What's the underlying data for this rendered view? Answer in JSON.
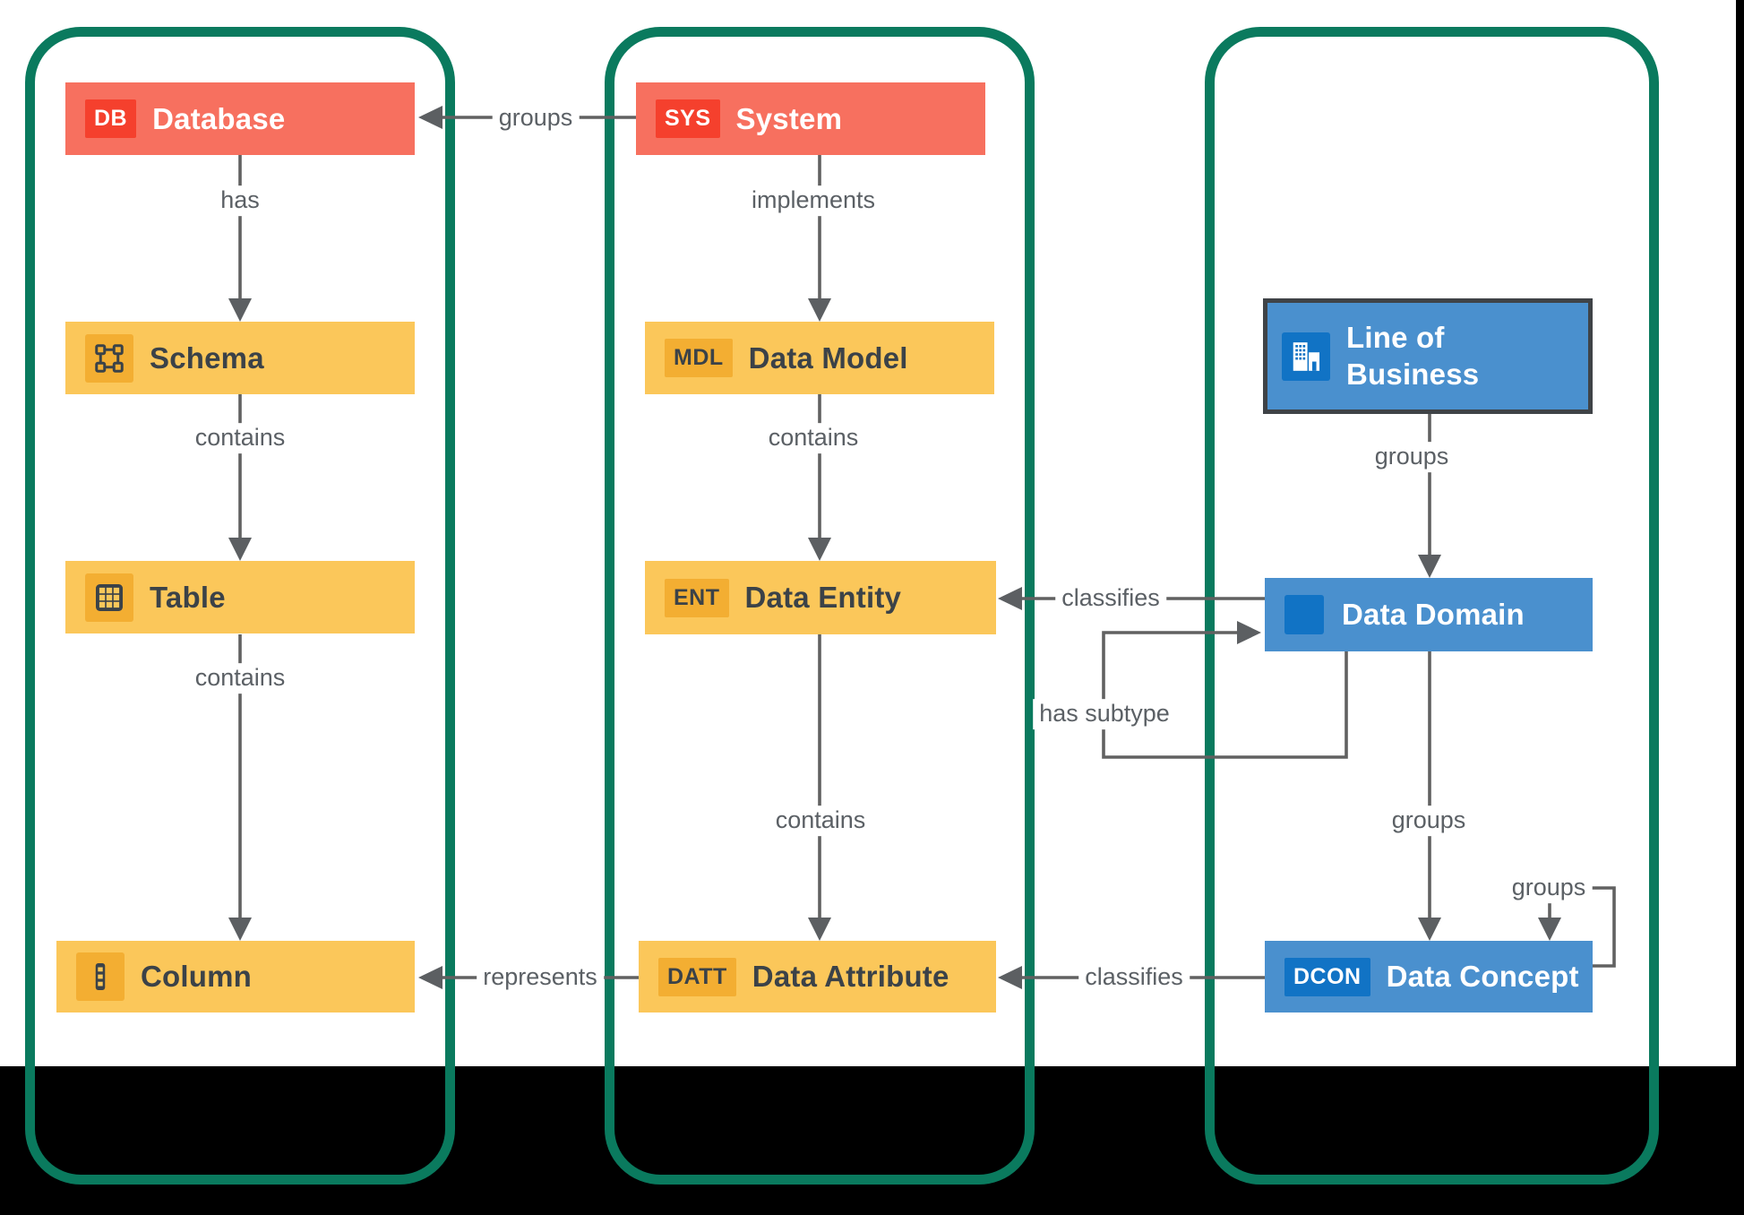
{
  "diagram": {
    "nodes": {
      "database": {
        "badge": "DB",
        "title": "Database"
      },
      "schema": {
        "icon": "schema-icon",
        "title": "Schema"
      },
      "table": {
        "icon": "table-icon",
        "title": "Table"
      },
      "column": {
        "icon": "column-icon",
        "title": "Column"
      },
      "system": {
        "badge": "SYS",
        "title": "System"
      },
      "data_model": {
        "badge": "MDL",
        "title": "Data Model"
      },
      "data_entity": {
        "badge": "ENT",
        "title": "Data Entity"
      },
      "data_attribute": {
        "badge": "DATT",
        "title": "Data Attribute"
      },
      "line_of_business": {
        "icon": "building-icon",
        "title": "Line of Business"
      },
      "data_domain": {
        "icon": "domain-square-icon",
        "title": "Data Domain"
      },
      "data_concept": {
        "badge": "DCON",
        "title": "Data Concept"
      }
    },
    "edges": {
      "database_has_schema": {
        "label": "has",
        "from": "Database",
        "to": "Schema"
      },
      "schema_contains_table": {
        "label": "contains",
        "from": "Schema",
        "to": "Table"
      },
      "table_contains_column": {
        "label": "contains",
        "from": "Table",
        "to": "Column"
      },
      "system_groups_database": {
        "label": "groups",
        "from": "System",
        "to": "Database"
      },
      "system_implements_data_model": {
        "label": "implements",
        "from": "System",
        "to": "Data Model"
      },
      "data_model_contains_data_entity": {
        "label": "contains",
        "from": "Data Model",
        "to": "Data Entity"
      },
      "data_entity_contains_data_attribute": {
        "label": "contains",
        "from": "Data Entity",
        "to": "Data Attribute"
      },
      "data_attribute_represents_column": {
        "label": "represents",
        "from": "Data Attribute",
        "to": "Column"
      },
      "data_domain_classifies_data_entity": {
        "label": "classifies",
        "from": "Data Domain",
        "to": "Data Entity"
      },
      "data_domain_has_subtype": {
        "label": "has subtype",
        "from": "Data Domain",
        "to": "Data Domain"
      },
      "lob_groups_data_domain": {
        "label": "groups",
        "from": "Line of Business",
        "to": "Data Domain"
      },
      "data_domain_groups_data_concept": {
        "label": "groups",
        "from": "Data Domain",
        "to": "Data Concept"
      },
      "data_concept_groups_self": {
        "label": "groups",
        "from": "Data Concept",
        "to": "Data Concept"
      },
      "data_concept_classifies_data_attribute": {
        "label": "classifies",
        "from": "Data Concept",
        "to": "Data Attribute"
      }
    },
    "colors": {
      "container_border": "#0a7a5e",
      "red_node": "#f7705f",
      "red_badge": "#f5402d",
      "yellow_node": "#fbc75a",
      "yellow_badge": "#f3ae32",
      "blue_node": "#4a90ce",
      "blue_badge": "#1173c5",
      "lob_border": "#3f4347",
      "arrow": "#616161",
      "label_text": "#5b6065",
      "dark_text": "#3b4248",
      "canvas": "#ffffff",
      "page_background": "#000000"
    }
  }
}
